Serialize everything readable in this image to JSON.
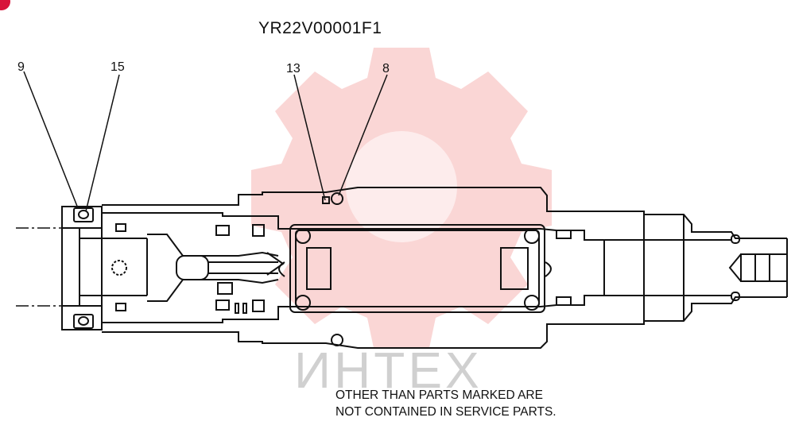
{
  "drawing": {
    "id": "YR22V00001F1"
  },
  "callouts": [
    {
      "label": "9"
    },
    {
      "label": "15"
    },
    {
      "label": "13"
    },
    {
      "label": "8"
    }
  ],
  "note": {
    "line1": "OTHER THAN PARTS MARKED ARE",
    "line2": "NOT CONTAINED IN SERVICE PARTS."
  },
  "watermark": {
    "text": "ИНТЕХ",
    "color": "#e9433f"
  },
  "colors": {
    "ink": "#111111",
    "badge": "#d8143a"
  }
}
